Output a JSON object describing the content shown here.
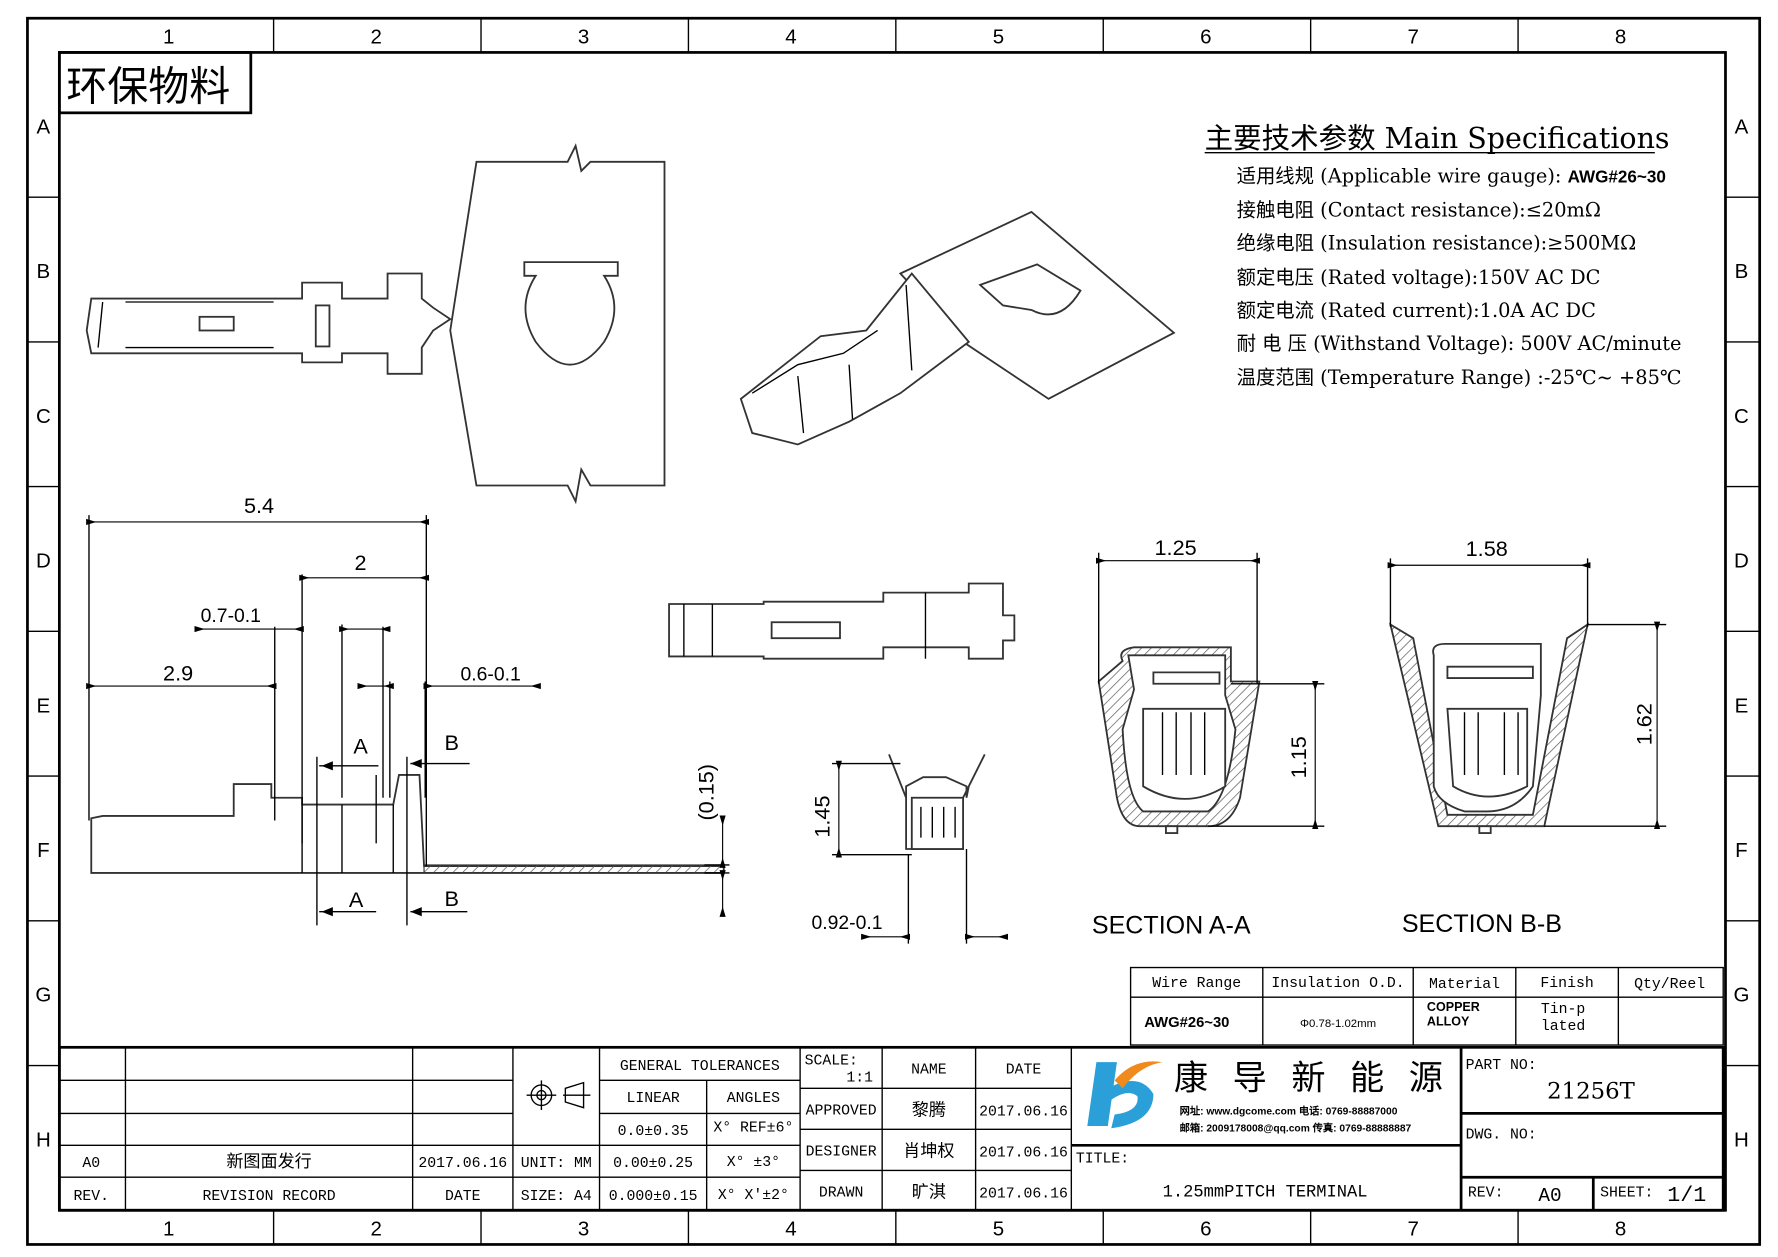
{
  "stamp": "环保物料",
  "frame": {
    "columns": [
      "1",
      "2",
      "3",
      "4",
      "5",
      "6",
      "7",
      "8"
    ],
    "rows": [
      "A",
      "B",
      "C",
      "D",
      "E",
      "F",
      "G",
      "H"
    ]
  },
  "specs": {
    "title": "主要技术参数 Main Specifications",
    "items": [
      {
        "label": "适用线规 (Applicable wire gauge): ",
        "value": "AWG#26~30"
      },
      {
        "label": "接触电阻 (Contact resistance):",
        "value": "≤20mΩ"
      },
      {
        "label": "绝缘电阻 (Insulation resistance):",
        "value": "≥500MΩ"
      },
      {
        "label": "额定电压 (Rated voltage):",
        "value": "150V AC DC"
      },
      {
        "label": "额定电流 (Rated current):",
        "value": "1.0A AC DC"
      },
      {
        "label": "耐 电 压 (Withstand Voltage): ",
        "value": "500V AC/minute"
      },
      {
        "label": "温度范围 (Temperature Range) :",
        "value": "-25℃~ +85℃"
      }
    ]
  },
  "dimensions": {
    "d54": "5.4",
    "d2": "2",
    "d07": "0.7-0.1",
    "d29": "2.9",
    "d06": "0.6-0.1",
    "secA_top": "A",
    "secB_top": "B",
    "secA_bot": "A",
    "secB_bot": "B",
    "d015": "(0.15)",
    "d145": "1.45",
    "d092": "0.92-0.1",
    "d125": "1.25",
    "d158": "1.58",
    "d115": "1.15",
    "d162": "1.62"
  },
  "sections": {
    "aa": "SECTION A-A",
    "bb": "SECTION B-B"
  },
  "spec_table": {
    "headers": [
      "Wire Range",
      "Insulation O.D.",
      "Material",
      "Finish",
      "Qty/Reel"
    ],
    "row": [
      "AWG#26~30",
      "Φ0.78-1.02mm",
      "COPPER ALLOY",
      "Tin-plated",
      ""
    ]
  },
  "title_block": {
    "revision": {
      "rev": "A0",
      "record": "新图面发行",
      "date": "2017.06.16",
      "hdr_rev": "REV.",
      "hdr_record": "REVISION RECORD",
      "hdr_date": "DATE"
    },
    "unit": "UNIT: MM",
    "size": "SIZE: A4",
    "tolerances": {
      "title": "GENERAL TOLERANCES",
      "linear": "LINEAR",
      "angles": "ANGLES",
      "linear_values": [
        "0.0±0.35",
        "0.00±0.25",
        "0.000±0.15"
      ],
      "angle_values": [
        "X° REF±6°",
        "X° ±3°",
        "X° X'±2°"
      ]
    },
    "scale_label": "SCALE:",
    "scale": "1:1",
    "name_hdr": "NAME",
    "date_hdr": "DATE",
    "roles": [
      {
        "role": "APPROVED",
        "name": "黎腾",
        "date": "2017.06.16"
      },
      {
        "role": "DESIGNER",
        "name": "肖坤权",
        "date": "2017.06.16"
      },
      {
        "role": "DRAWN",
        "name": "旷淇",
        "date": "2017.06.16"
      }
    ],
    "company": "康 导 新 能 源",
    "contact1": "网址: www.dgcome.com  电话: 0769-88887000",
    "contact2": "邮箱: 2009178008@qq.com 传真: 0769-88888887",
    "title_label": "TITLE:",
    "title": "1.25mmPITCH TERMINAL",
    "part_no_label": "PART NO:",
    "part_no": "21256T",
    "dwg_no_label": "DWG. NO:",
    "rev_label": "REV:",
    "rev": "A0",
    "sheet_label": "SHEET:",
    "sheet": "1/1"
  },
  "colors": {
    "logo_blue": "#2a9fd8",
    "logo_orange": "#f08a1c"
  }
}
